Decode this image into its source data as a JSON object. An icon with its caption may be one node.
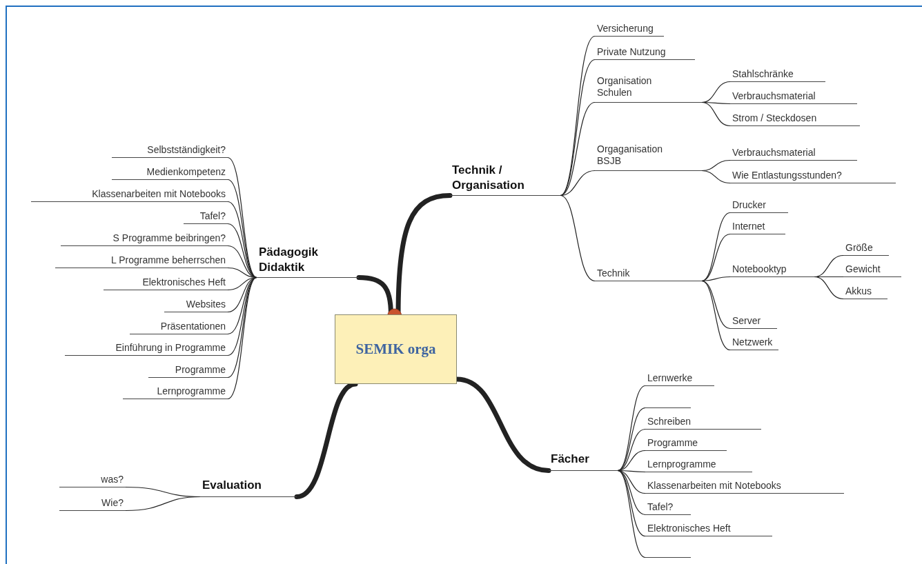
{
  "diagram": {
    "nodes": [
      {
        "text": [
          "SEMIK orga"
        ]
      },
      {
        "text": [
          "Technik / Organisation"
        ]
      },
      {
        "text": [
          "Versicherung"
        ]
      },
      {
        "text": [
          "Private Nutzung"
        ]
      },
      {
        "text": [
          "Organisation Schulen"
        ]
      },
      {
        "text": [
          "Stahlschränke"
        ]
      },
      {
        "text": [
          "Verbrauchsmaterial"
        ]
      },
      {
        "text": [
          "Strom / Steckdosen"
        ]
      },
      {
        "text": [
          "Orgaganisation BSJB"
        ]
      },
      {
        "text": [
          "Verbrauchsmaterial"
        ]
      },
      {
        "text": [
          "Wie Entlastungsstunden?"
        ]
      },
      {
        "text": [
          "Technik"
        ]
      },
      {
        "text": [
          "Drucker"
        ]
      },
      {
        "text": [
          "Internet"
        ]
      },
      {
        "text": [
          "Notebooktyp"
        ]
      },
      {
        "text": [
          "Größe"
        ]
      },
      {
        "text": [
          "Gewicht"
        ]
      },
      {
        "text": [
          "Akkus"
        ]
      },
      {
        "text": [
          "Server"
        ]
      },
      {
        "text": [
          "Netzwerk"
        ]
      },
      {
        "text": [
          "Pädagogik Didaktik"
        ]
      },
      {
        "text": [
          "Selbstständigkeit?"
        ]
      },
      {
        "text": [
          "Medienkompetenz"
        ]
      },
      {
        "text": [
          "Klassenarbeiten mit Notebooks"
        ]
      },
      {
        "text": [
          "Tafel?"
        ]
      },
      {
        "text": [
          "S Programme beibringen?"
        ]
      },
      {
        "text": [
          "L Programme beherrschen"
        ]
      },
      {
        "text": [
          "Elektronisches Heft"
        ]
      },
      {
        "text": [
          "Websites"
        ]
      },
      {
        "text": [
          "Präsentationen"
        ]
      },
      {
        "text": [
          "Einführung in Programme"
        ]
      },
      {
        "text": [
          "Programme"
        ]
      },
      {
        "text": [
          "Lernprogramme"
        ]
      },
      {
        "text": [
          "Fächer"
        ]
      },
      {
        "text": [
          "Lernwerke"
        ]
      },
      {
        "text": [],
        "shape": "line"
      },
      {
        "text": [
          "Schreiben"
        ]
      },
      {
        "text": [
          "Programme"
        ]
      },
      {
        "text": [
          "Lernprogramme"
        ]
      },
      {
        "text": [
          "Klassenarbeiten mit Notebooks"
        ]
      },
      {
        "text": [
          "Tafel?"
        ]
      },
      {
        "text": [
          "Elektronisches Heft"
        ]
      },
      {
        "text": [],
        "shape": "line"
      },
      {
        "text": [
          "Evaluation"
        ]
      },
      {
        "text": [
          "was?"
        ]
      },
      {
        "text": [
          "Wie?"
        ]
      }
    ],
    "edges": [
      {
        "from": 0,
        "to": 1,
        "arrow": "none",
        "style": "thick"
      },
      {
        "from": 1,
        "to": 2,
        "arrow": "none"
      },
      {
        "from": 1,
        "to": 3,
        "arrow": "none"
      },
      {
        "from": 1,
        "to": 4,
        "arrow": "none"
      },
      {
        "from": 4,
        "to": 5,
        "arrow": "none"
      },
      {
        "from": 4,
        "to": 6,
        "arrow": "none"
      },
      {
        "from": 4,
        "to": 7,
        "arrow": "none"
      },
      {
        "from": 1,
        "to": 8,
        "arrow": "none"
      },
      {
        "from": 8,
        "to": 9,
        "arrow": "none"
      },
      {
        "from": 8,
        "to": 10,
        "arrow": "none"
      },
      {
        "from": 1,
        "to": 11,
        "arrow": "none"
      },
      {
        "from": 11,
        "to": 12,
        "arrow": "none"
      },
      {
        "from": 11,
        "to": 13,
        "arrow": "none"
      },
      {
        "from": 11,
        "to": 14,
        "arrow": "none"
      },
      {
        "from": 14,
        "to": 15,
        "arrow": "none"
      },
      {
        "from": 14,
        "to": 16,
        "arrow": "none"
      },
      {
        "from": 14,
        "to": 17,
        "arrow": "none"
      },
      {
        "from": 11,
        "to": 18,
        "arrow": "none"
      },
      {
        "from": 11,
        "to": 19,
        "arrow": "none"
      },
      {
        "from": 0,
        "to": 20,
        "arrow": "none",
        "style": "thick"
      },
      {
        "from": 20,
        "to": 21,
        "arrow": "none"
      },
      {
        "from": 20,
        "to": 22,
        "arrow": "none"
      },
      {
        "from": 20,
        "to": 23,
        "arrow": "none"
      },
      {
        "from": 20,
        "to": 24,
        "arrow": "none"
      },
      {
        "from": 20,
        "to": 25,
        "arrow": "none"
      },
      {
        "from": 20,
        "to": 26,
        "arrow": "none"
      },
      {
        "from": 20,
        "to": 27,
        "arrow": "none"
      },
      {
        "from": 20,
        "to": 28,
        "arrow": "none"
      },
      {
        "from": 20,
        "to": 29,
        "arrow": "none"
      },
      {
        "from": 20,
        "to": 30,
        "arrow": "none"
      },
      {
        "from": 20,
        "to": 31,
        "arrow": "none"
      },
      {
        "from": 20,
        "to": 32,
        "arrow": "none"
      },
      {
        "from": 0,
        "to": 33,
        "arrow": "none",
        "style": "thick"
      },
      {
        "from": 33,
        "to": 34,
        "arrow": "none"
      },
      {
        "from": 33,
        "to": 35,
        "arrow": "none"
      },
      {
        "from": 33,
        "to": 36,
        "arrow": "none"
      },
      {
        "from": 33,
        "to": 37,
        "arrow": "none"
      },
      {
        "from": 33,
        "to": 38,
        "arrow": "none"
      },
      {
        "from": 33,
        "to": 39,
        "arrow": "none"
      },
      {
        "from": 33,
        "to": 40,
        "arrow": "none"
      },
      {
        "from": 33,
        "to": 41,
        "arrow": "none"
      },
      {
        "from": 33,
        "to": 42,
        "arrow": "none"
      },
      {
        "from": 0,
        "to": 43,
        "arrow": "none",
        "style": "thick"
      },
      {
        "from": 43,
        "to": 44,
        "arrow": "none"
      },
      {
        "from": 43,
        "to": 45,
        "arrow": "none"
      }
    ]
  }
}
